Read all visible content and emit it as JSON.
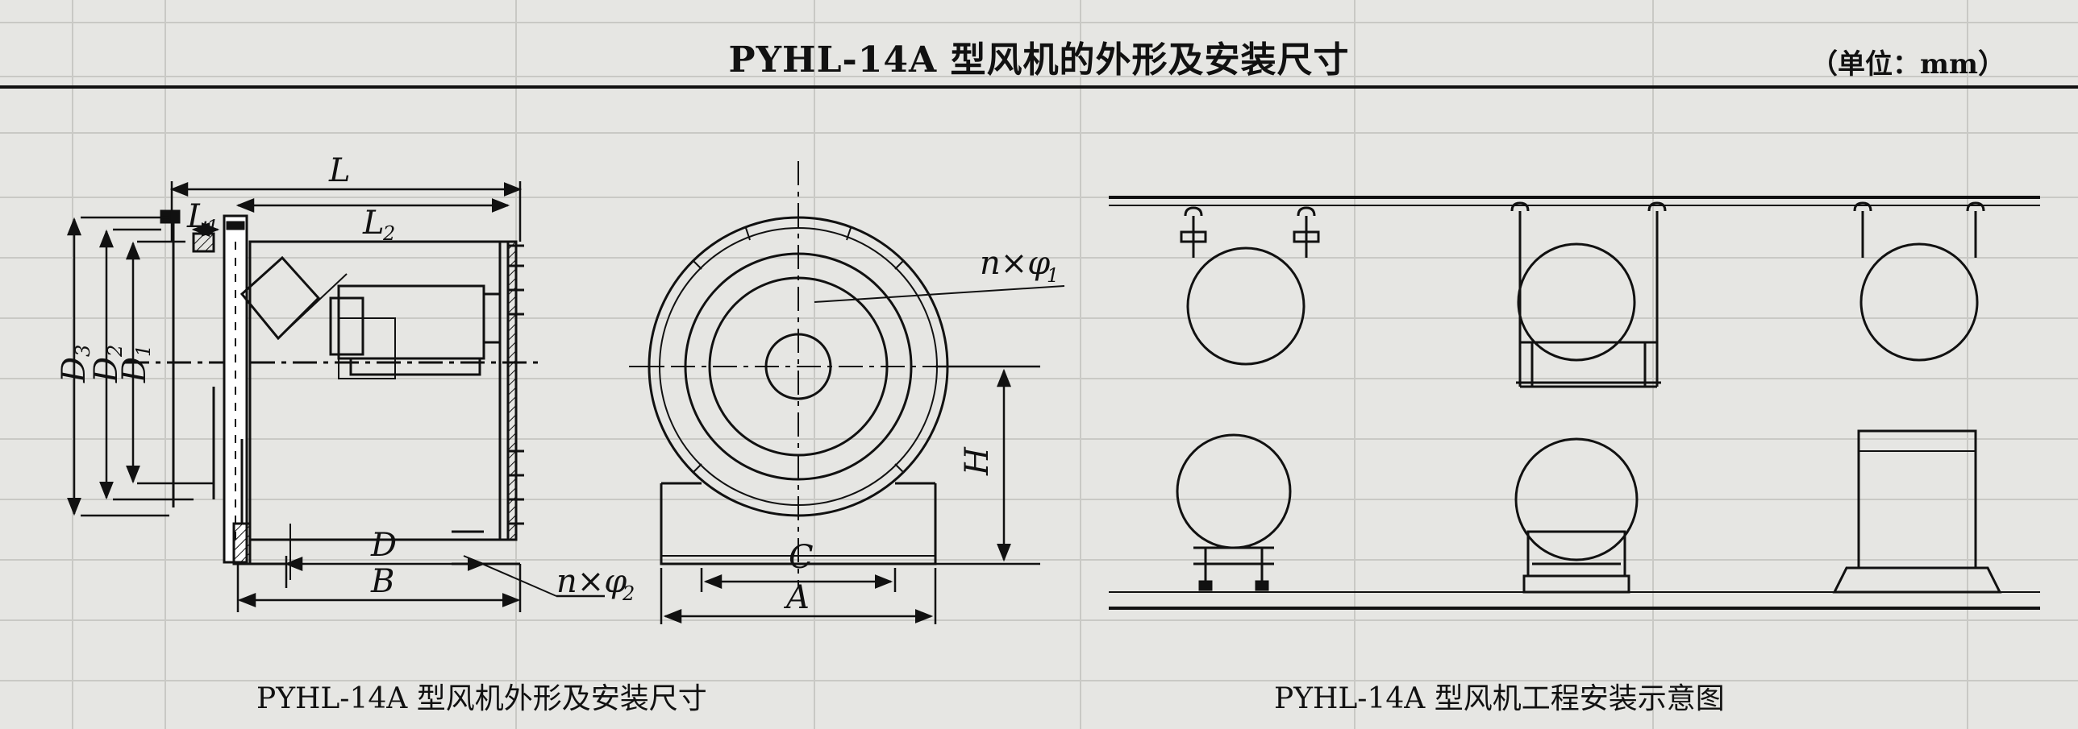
{
  "page": {
    "title": "PYHL-14A 型风机的外形及安装尺寸",
    "unit": "（单位：mm）"
  },
  "left_drawing": {
    "caption": "PYHL-14A 型风机外形及安装尺寸",
    "labels": {
      "L": "L",
      "L1": "L",
      "L1_sub": "1",
      "L2": "L",
      "L2_sub": "2",
      "D": "D",
      "D1": "D",
      "D1_sub": "1",
      "D2": "D",
      "D2_sub": "2",
      "D3": "D",
      "D3_sub": "3",
      "B": "B",
      "n_phi2": "n×φ",
      "n_phi2_sub": "2"
    }
  },
  "front_view": {
    "labels": {
      "n_phi1": "n×φ",
      "n_phi1_sub": "1",
      "H": "H",
      "C": "C",
      "A": "A"
    }
  },
  "right_drawing": {
    "caption": "PYHL-14A 型风机工程安装示意图"
  }
}
